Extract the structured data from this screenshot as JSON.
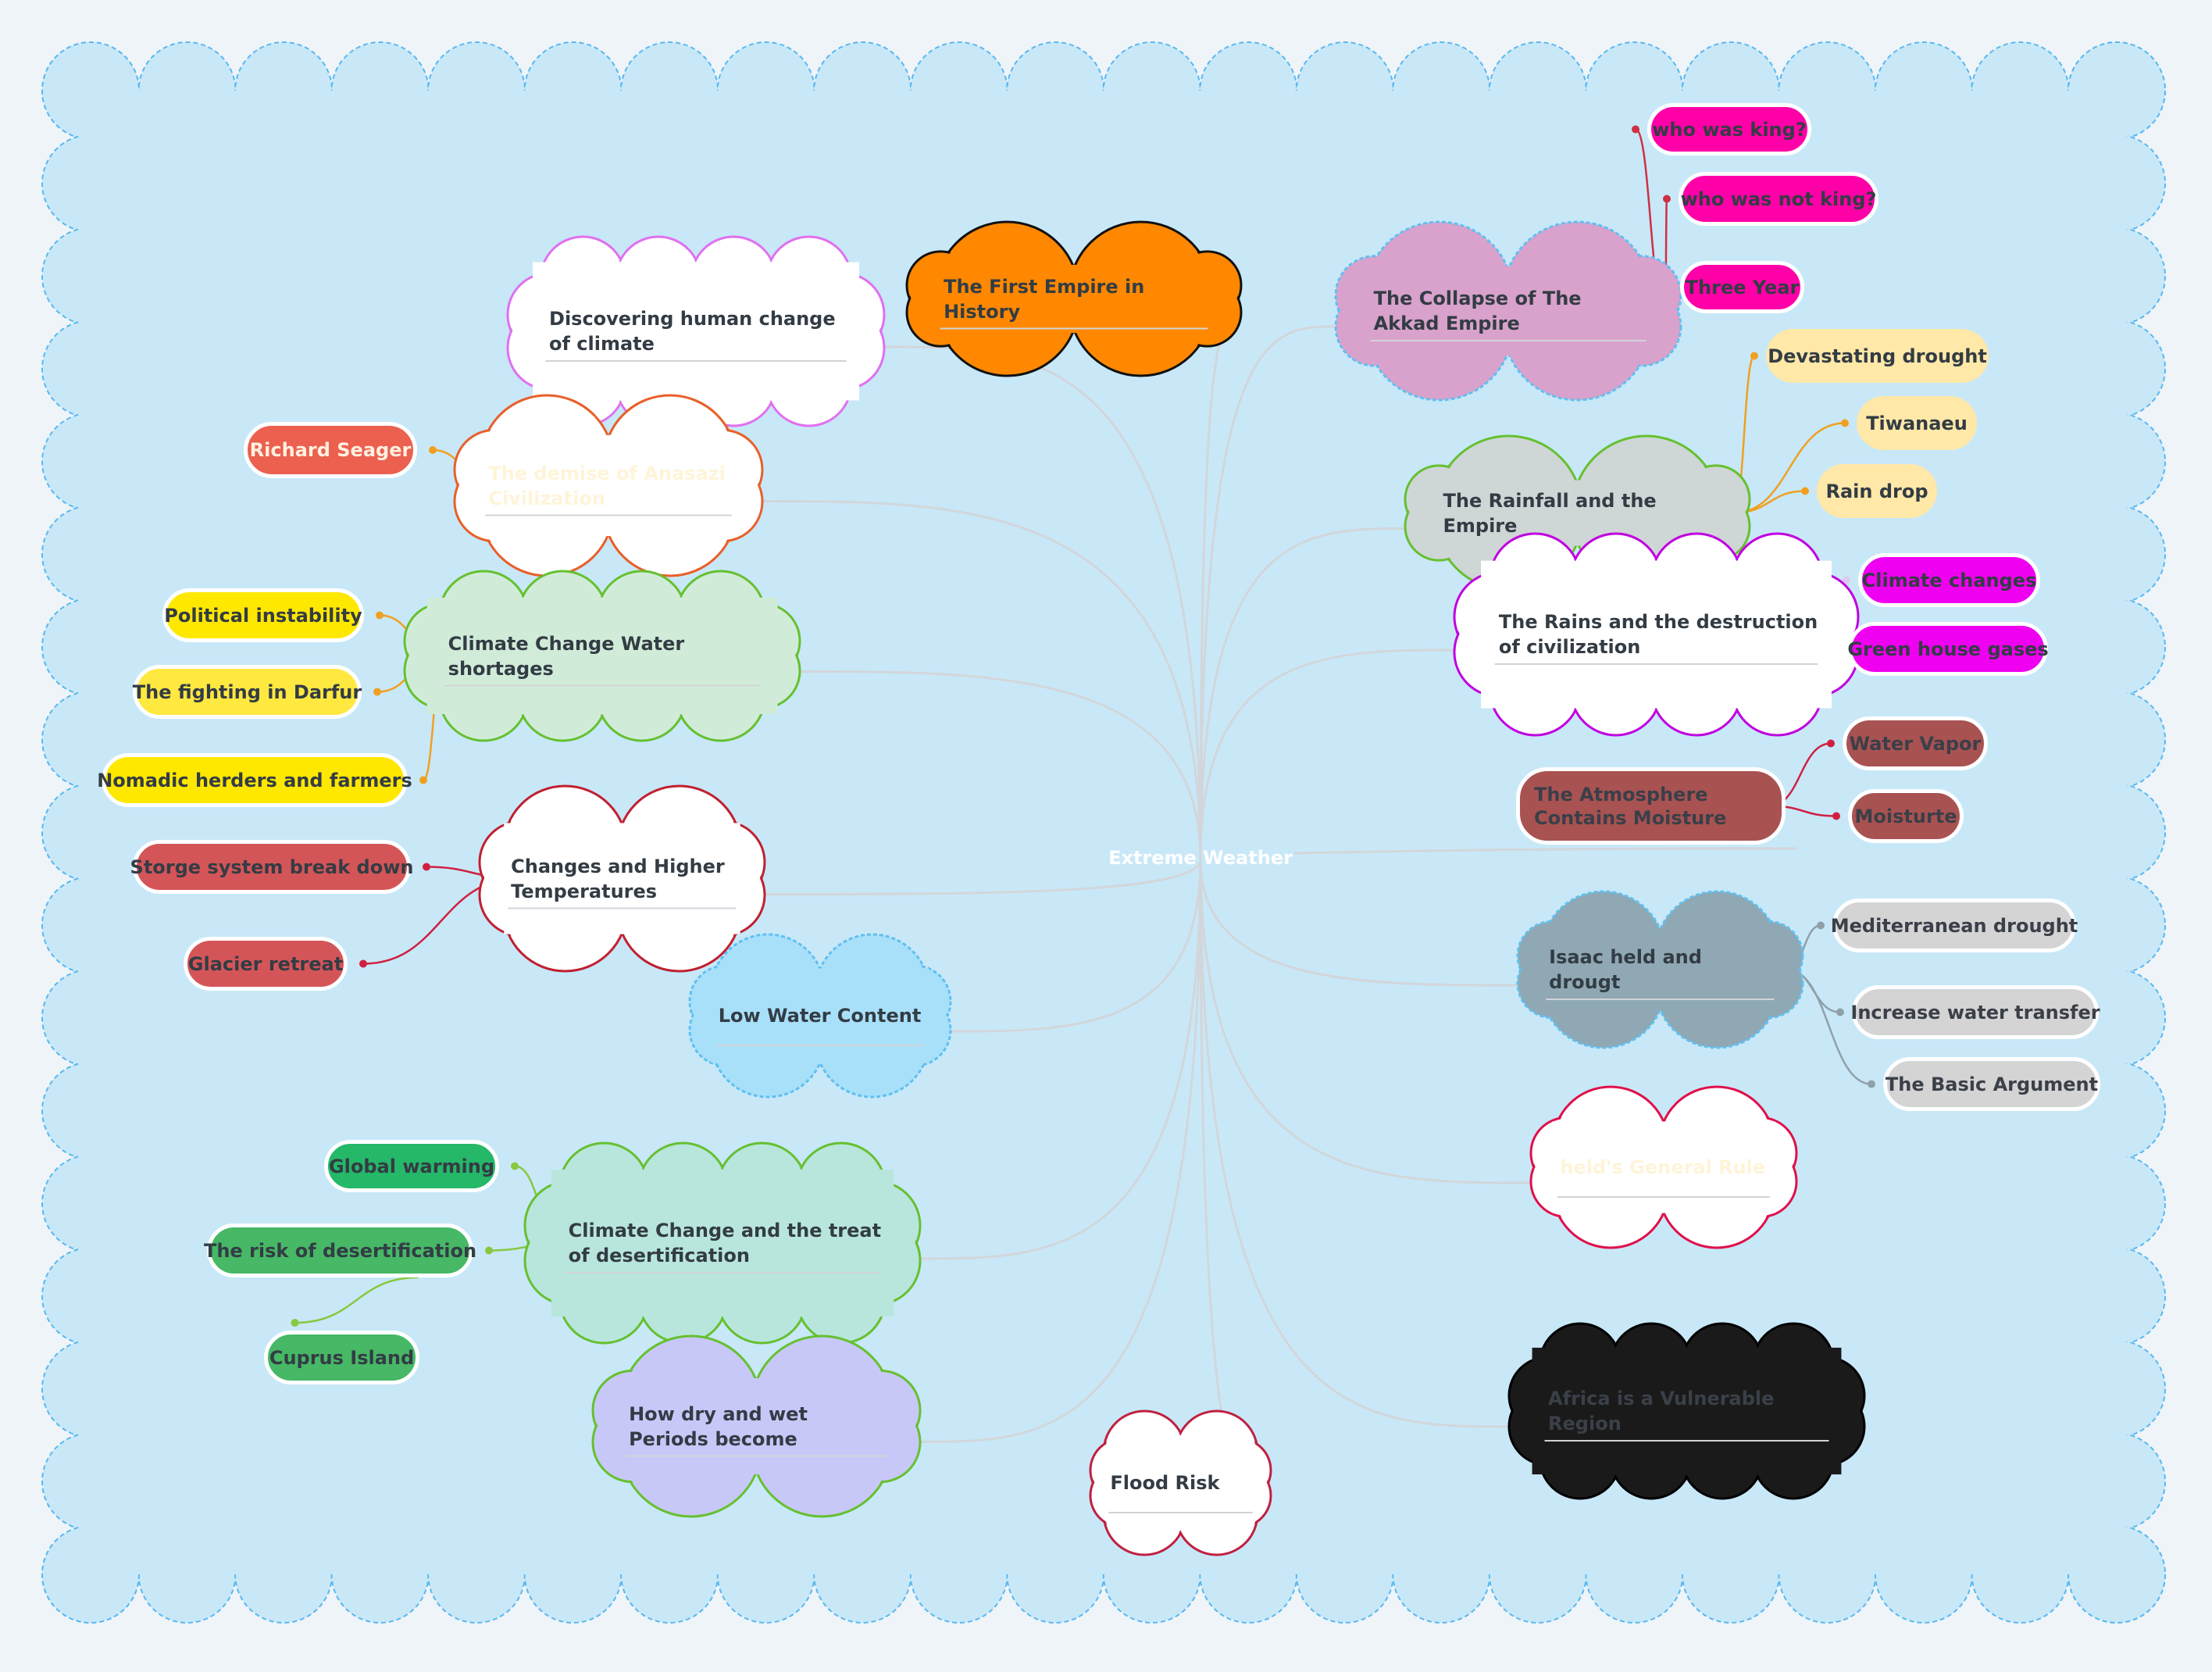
{
  "center": {
    "label": "Extreme Weather"
  },
  "colors": {
    "canvas": "#c8e8f8",
    "canvas_border": "#5ab8f0",
    "connector": "#d2d6da"
  },
  "topics": [
    {
      "id": "first",
      "label": "The First Empire in History",
      "fill": "#ff8800",
      "stroke": "#111111",
      "text": "#333c44"
    },
    {
      "id": "discover",
      "label": "Discovering human change of climate",
      "fill": "#ffffff",
      "stroke": "#e070f0",
      "text": "#333c44"
    },
    {
      "id": "demise",
      "label": "The demise of Anasazi Civilization",
      "fill": "#ffffff",
      "stroke": "#e8602a",
      "text": "#fff4d8"
    },
    {
      "id": "water",
      "label": "Climate Change Water shortages",
      "fill": "#d0ecd8",
      "stroke": "#66c030",
      "text": "#333c44"
    },
    {
      "id": "temp",
      "label": "Changes and Higher Temperatures",
      "fill": "#ffffff",
      "stroke": "#c02030",
      "text": "#333c44"
    },
    {
      "id": "low",
      "label": "Low Water Content",
      "fill": "#a8e0fa",
      "stroke": "#60c0f0",
      "text": "#333c44"
    },
    {
      "id": "desert",
      "label": "Climate Change and the treat of desertification",
      "fill": "#b8e6dc",
      "stroke": "#66c030",
      "text": "#333c44"
    },
    {
      "id": "dry",
      "label": "How dry and wet Periods become",
      "fill": "#c8c8f8",
      "stroke": "#66c030",
      "text": "#333c44"
    },
    {
      "id": "flood",
      "label": "Flood Risk",
      "fill": "#ffffff",
      "stroke": "#c02040",
      "text": "#333c44"
    },
    {
      "id": "akkad",
      "label": "The Collapse of The Akkad Empire",
      "fill": "#d8a2cc",
      "stroke": "#60c0f0",
      "text": "#333c44"
    },
    {
      "id": "rainfall",
      "label": "The Rainfall and the Empire",
      "fill": "#cfd6d6",
      "stroke": "#66c030",
      "text": "#333c44"
    },
    {
      "id": "rains",
      "label": "The Rains and the destruction of civilization",
      "fill": "#ffffff",
      "stroke": "#c000e0",
      "text": "#333c44"
    },
    {
      "id": "isaac",
      "label": "Isaac held and drougt",
      "fill": "#8fa8b4",
      "stroke": "#60c0f0",
      "text": "#333c44"
    },
    {
      "id": "held",
      "label": "held's General Rule",
      "fill": "#ffffff",
      "stroke": "#e0104a",
      "text": "#fff4d8"
    },
    {
      "id": "africa",
      "label": "Africa is a Vulnerable Region",
      "fill": "#1a1a1a",
      "stroke": "#000000",
      "text": "#3a4048"
    }
  ],
  "subtopics": [
    {
      "id": "richard",
      "label": "Richard Seager",
      "fill": "#ec6050",
      "text": "#fff0e0",
      "parent": "demise"
    },
    {
      "id": "political",
      "label": "Political instability",
      "fill": "#ffe800",
      "text": "#333c44",
      "parent": "water"
    },
    {
      "id": "darfur",
      "label": "The fighting in Darfur",
      "fill": "#ffe840",
      "text": "#333c44",
      "parent": "water"
    },
    {
      "id": "nomadic",
      "label": "Nomadic herders and farmers",
      "fill": "#ffe800",
      "text": "#333c44",
      "parent": "water"
    },
    {
      "id": "storge",
      "label": "Storge system break down",
      "fill": "#d45558",
      "text": "#333c44",
      "parent": "temp"
    },
    {
      "id": "glacier",
      "label": "Glacier retreat",
      "fill": "#d45558",
      "text": "#333c44",
      "parent": "temp"
    },
    {
      "id": "global",
      "label": "Global warming",
      "fill": "#24b868",
      "text": "#333c44",
      "parent": "desert"
    },
    {
      "id": "risk",
      "label": "The risk of desertification",
      "fill": "#46b866",
      "text": "#333c44",
      "parent": "desert"
    },
    {
      "id": "cuprus",
      "label": "Cuprus Island",
      "fill": "#46b866",
      "text": "#333c44",
      "parent": "risk"
    },
    {
      "id": "king",
      "label": "who was king?",
      "fill": "#ff00a8",
      "text": "#333c44",
      "parent": "akkad"
    },
    {
      "id": "notking",
      "label": "who was not king?",
      "fill": "#ff00a8",
      "text": "#333c44",
      "parent": "akkad"
    },
    {
      "id": "three",
      "label": "Three Year",
      "fill": "#ff00a8",
      "text": "#333c44",
      "parent": "akkad"
    },
    {
      "id": "devast",
      "label": "Devastating drought",
      "fill": "#ffe8a8",
      "text": "#333c44",
      "parent": "rainfall"
    },
    {
      "id": "tiw",
      "label": "Tiwanaeu",
      "fill": "#ffe8a8",
      "text": "#333c44",
      "parent": "rainfall"
    },
    {
      "id": "raindrop",
      "label": "Rain drop",
      "fill": "#ffe8a8",
      "text": "#333c44",
      "parent": "rainfall"
    },
    {
      "id": "climch",
      "label": "Climate changes",
      "fill": "#f000f0",
      "text": "#333c44",
      "parent": "rains"
    },
    {
      "id": "green",
      "label": "Green house gases",
      "fill": "#f000f0",
      "text": "#333c44",
      "parent": "rains"
    },
    {
      "id": "atmos",
      "label": "The Atmosphere Contains Moisture",
      "fill": "#a85252",
      "text": "#3a3f48",
      "parent": "center"
    },
    {
      "id": "vapor",
      "label": "Water Vapor",
      "fill": "#a85252",
      "text": "#3a3f48",
      "parent": "atmos"
    },
    {
      "id": "moist",
      "label": "Moisturte",
      "fill": "#a85252",
      "text": "#3a3f48",
      "parent": "atmos"
    },
    {
      "id": "medit",
      "label": "Mediterranean drought",
      "fill": "#d4d4d4",
      "text": "#3a3f48",
      "parent": "isaac"
    },
    {
      "id": "increase",
      "label": "Increase water transfer",
      "fill": "#d4d4d4",
      "text": "#3a3f48",
      "parent": "isaac"
    },
    {
      "id": "basic",
      "label": "The Basic Argument",
      "fill": "#d4d4d4",
      "text": "#3a3f48",
      "parent": "isaac"
    }
  ]
}
